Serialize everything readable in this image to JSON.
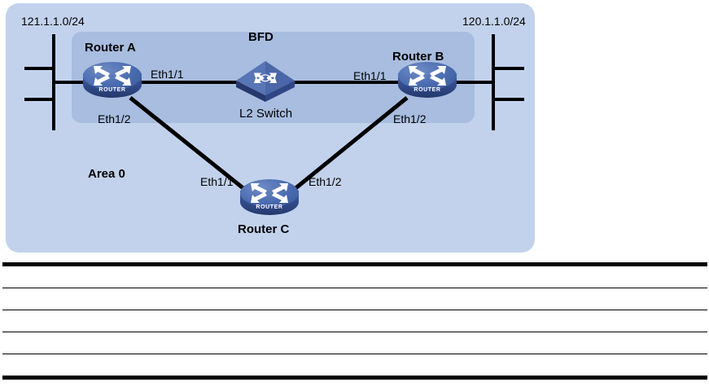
{
  "diagram": {
    "title_area": "Area 0",
    "bfd_label": "BFD",
    "networks": [
      {
        "id": "left",
        "label": "121.1.1.0/24"
      },
      {
        "id": "right",
        "label": "120.1.1.0/24"
      }
    ],
    "devices": [
      {
        "id": "router-a",
        "label": "Router A",
        "icon": "router-icon",
        "tag": "ROUTER"
      },
      {
        "id": "router-b",
        "label": "Router B",
        "icon": "router-icon",
        "tag": "ROUTER"
      },
      {
        "id": "router-c",
        "label": "Router C",
        "icon": "router-icon",
        "tag": "ROUTER"
      },
      {
        "id": "l2-switch",
        "label": "L2 Switch",
        "icon": "switch-icon"
      }
    ],
    "interfaces": [
      {
        "id": "a-eth11",
        "label": "Eth1/1",
        "device": "router-a"
      },
      {
        "id": "a-eth12",
        "label": "Eth1/2",
        "device": "router-a"
      },
      {
        "id": "b-eth11",
        "label": "Eth1/1",
        "device": "router-b"
      },
      {
        "id": "b-eth12",
        "label": "Eth1/2",
        "device": "router-b"
      },
      {
        "id": "c-eth11",
        "label": "Eth1/1",
        "device": "router-c"
      },
      {
        "id": "c-eth12",
        "label": "Eth1/2",
        "device": "router-c"
      }
    ],
    "colors": {
      "area_fill": "#c3d2ec",
      "bfd_fill": "#a8bddf",
      "device_blue": "#4a6bb0",
      "device_blue_dark": "#2d4480",
      "link": "#000000"
    }
  },
  "table": {
    "rows": [
      {
        "cells": [
          ""
        ]
      },
      {
        "cells": [
          ""
        ]
      },
      {
        "cells": [
          ""
        ]
      },
      {
        "cells": [
          ""
        ]
      },
      {
        "cells": [
          ""
        ]
      }
    ]
  }
}
